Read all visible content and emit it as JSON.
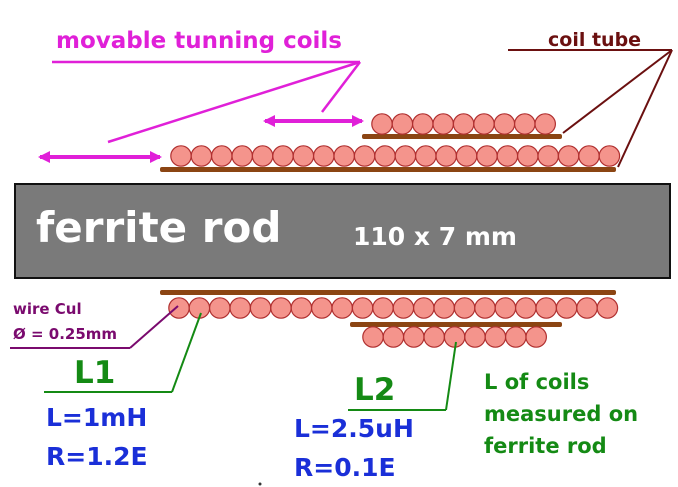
{
  "labels": {
    "movable_coils": "movable tunning coils",
    "coil_tube": "coil tube",
    "ferrite_rod": "ferrite rod",
    "rod_dimensions": "110 x 7 mm",
    "wire_name": "wire Cul",
    "wire_diameter": "Ø = 0.25mm",
    "note_line1": "L of coils",
    "note_line2": "measured on",
    "note_line3": "ferrite rod"
  },
  "coil_l1": {
    "name": "L1",
    "inductance": "L=1mH",
    "resistance": "R=1.2E"
  },
  "coil_l2": {
    "name": "L2",
    "inductance": "L=2.5uH",
    "resistance": "R=0.1E"
  },
  "colors": {
    "rod": "#7a7a7a",
    "tube": "#8b4513",
    "winding_fill": "#f4948c",
    "winding_stroke": "#b03030",
    "pointer_pink": "#e020d8",
    "pointer_maroon": "#6b1010",
    "pointer_purple": "#7a0a6e",
    "pointer_green": "#148a14"
  }
}
